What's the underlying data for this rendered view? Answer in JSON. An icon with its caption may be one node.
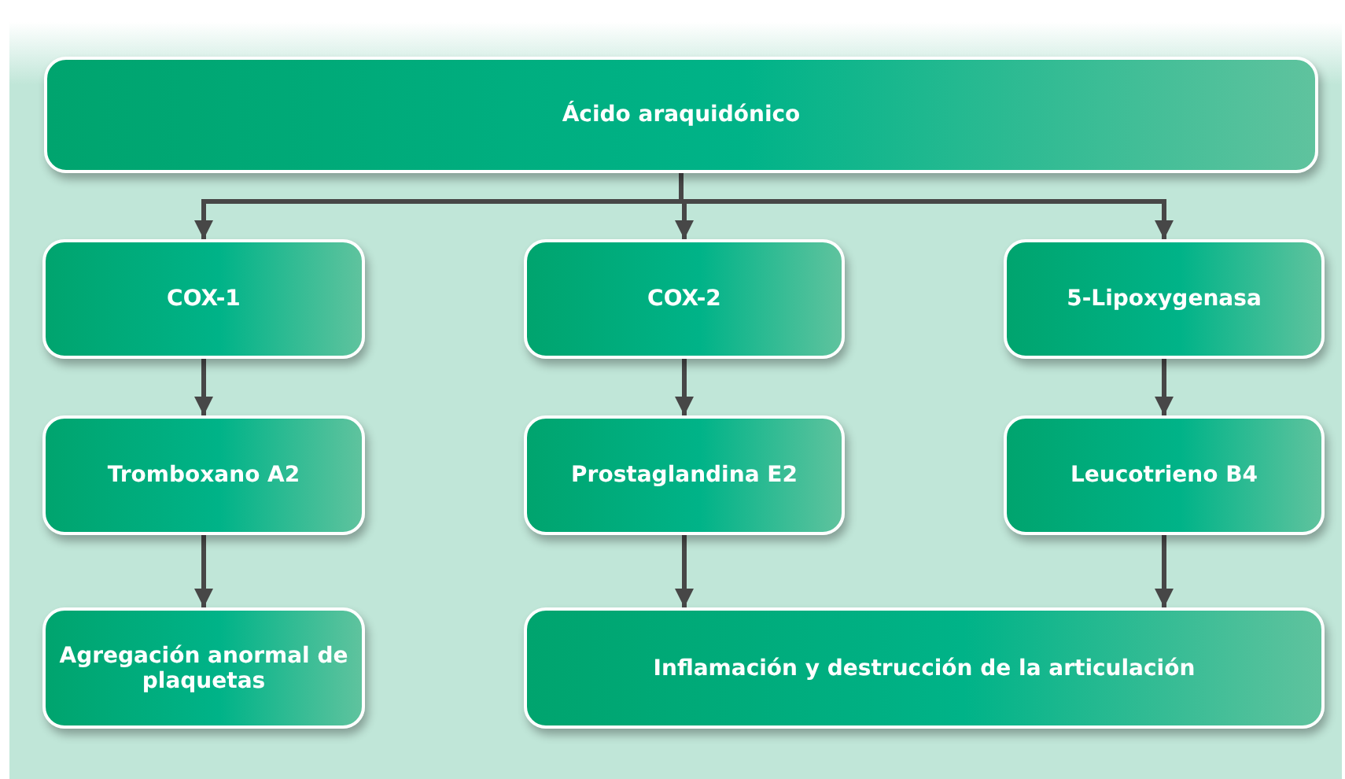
{
  "diagram": {
    "nodes": [
      {
        "text": [
          "Ácido araquidónico"
        ]
      },
      {
        "text": [
          "COX-1"
        ]
      },
      {
        "text": [
          "COX-2"
        ]
      },
      {
        "text": [
          "5-Lipoxygenasa"
        ]
      },
      {
        "text": [
          "Tromboxano A2"
        ]
      },
      {
        "text": [
          "Prostaglandina E2"
        ]
      },
      {
        "text": [
          "Leucotrieno B4"
        ]
      },
      {
        "text": [
          "Agregación anormal de plaquetas"
        ]
      },
      {
        "text": [
          "Inflamación y destrucción de la articulación"
        ]
      }
    ],
    "edges": [
      {
        "from": 0,
        "to": 1,
        "arrow": "to"
      },
      {
        "from": 0,
        "to": 2,
        "arrow": "to"
      },
      {
        "from": 0,
        "to": 3,
        "arrow": "to"
      },
      {
        "from": 1,
        "to": 4,
        "arrow": "to"
      },
      {
        "from": 2,
        "to": 5,
        "arrow": "to"
      },
      {
        "from": 3,
        "to": 6,
        "arrow": "to"
      },
      {
        "from": 4,
        "to": 7,
        "arrow": "to"
      },
      {
        "from": 5,
        "to": 8,
        "arrow": "to"
      },
      {
        "from": 6,
        "to": 8,
        "arrow": "to"
      }
    ]
  }
}
